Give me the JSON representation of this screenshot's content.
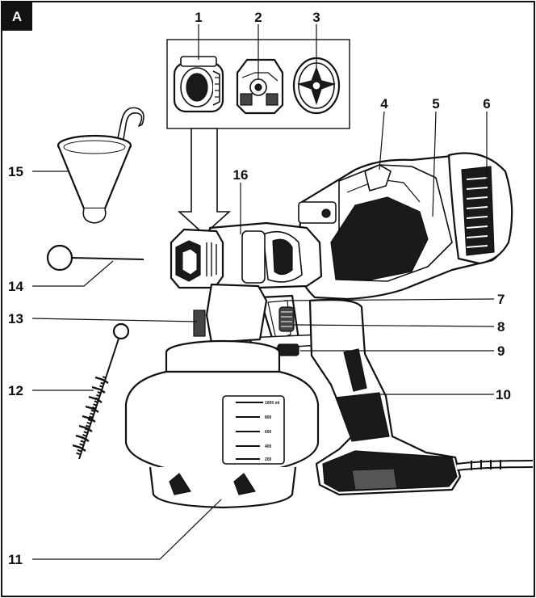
{
  "figure_tag": "A",
  "callouts": [
    {
      "id": "c1",
      "label": "1"
    },
    {
      "id": "c2",
      "label": "2"
    },
    {
      "id": "c3",
      "label": "3"
    },
    {
      "id": "c4",
      "label": "4"
    },
    {
      "id": "c5",
      "label": "5"
    },
    {
      "id": "c6",
      "label": "6"
    },
    {
      "id": "c7",
      "label": "7"
    },
    {
      "id": "c8",
      "label": "8"
    },
    {
      "id": "c9",
      "label": "9"
    },
    {
      "id": "c10",
      "label": "10"
    },
    {
      "id": "c11",
      "label": "11"
    },
    {
      "id": "c12",
      "label": "12"
    },
    {
      "id": "c13",
      "label": "13"
    },
    {
      "id": "c14",
      "label": "14"
    },
    {
      "id": "c15",
      "label": "15"
    },
    {
      "id": "c16",
      "label": "16"
    }
  ],
  "container_scale": [
    "1000 ml",
    "800",
    "600",
    "400",
    "200"
  ]
}
